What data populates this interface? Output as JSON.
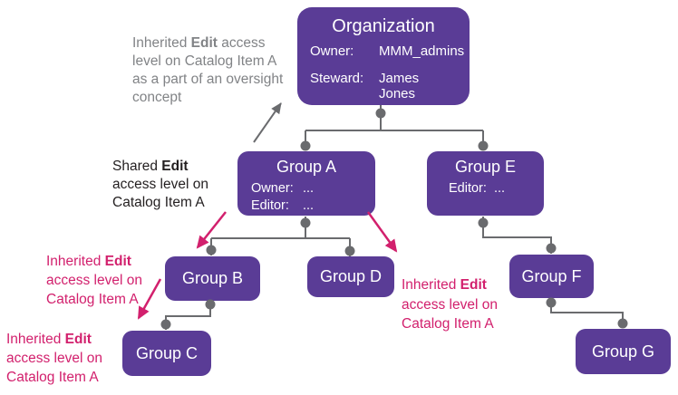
{
  "colors": {
    "node-purple": "#5a3c96",
    "connector-gray": "#6a6b6e",
    "note-gray": "#818386",
    "note-black": "#231f20",
    "note-pink": "#d2206d",
    "node-text": "#ffffff"
  },
  "nodes": {
    "organization": {
      "title": "Organization",
      "fields": [
        {
          "label": "Owner:",
          "value": "MMM_admins"
        },
        {
          "label": "Steward:",
          "value": "James Jones"
        }
      ]
    },
    "group_a": {
      "title": "Group A",
      "fields": [
        {
          "label": "Owner:",
          "value": "..."
        },
        {
          "label": "Editor:",
          "value": "..."
        }
      ]
    },
    "group_e": {
      "title": "Group E",
      "fields": [
        {
          "label": "Editor:",
          "value": "..."
        }
      ]
    },
    "group_b": {
      "title": "Group B"
    },
    "group_c": {
      "title": "Group C"
    },
    "group_d": {
      "title": "Group D"
    },
    "group_f": {
      "title": "Group F"
    },
    "group_g": {
      "title": "Group G"
    }
  },
  "annotations": {
    "oversight": {
      "prefix": "Inherited",
      "emphasis": "Edit",
      "suffix": "access level on Catalog Item A as a part of an oversight concept"
    },
    "shared_a": {
      "prefix": "Shared",
      "emphasis": "Edit",
      "suffix": "access level on Catalog Item A"
    },
    "inherited_b": {
      "prefix": "Inherited",
      "emphasis": "Edit",
      "suffix": "access level on Catalog Item A"
    },
    "inherited_c": {
      "prefix": "Inherited",
      "emphasis": "Edit",
      "suffix": "access level on Catalog Item A"
    },
    "inherited_d": {
      "prefix": "Inherited",
      "emphasis": "Edit",
      "suffix": "access level on Catalog Item A"
    }
  }
}
